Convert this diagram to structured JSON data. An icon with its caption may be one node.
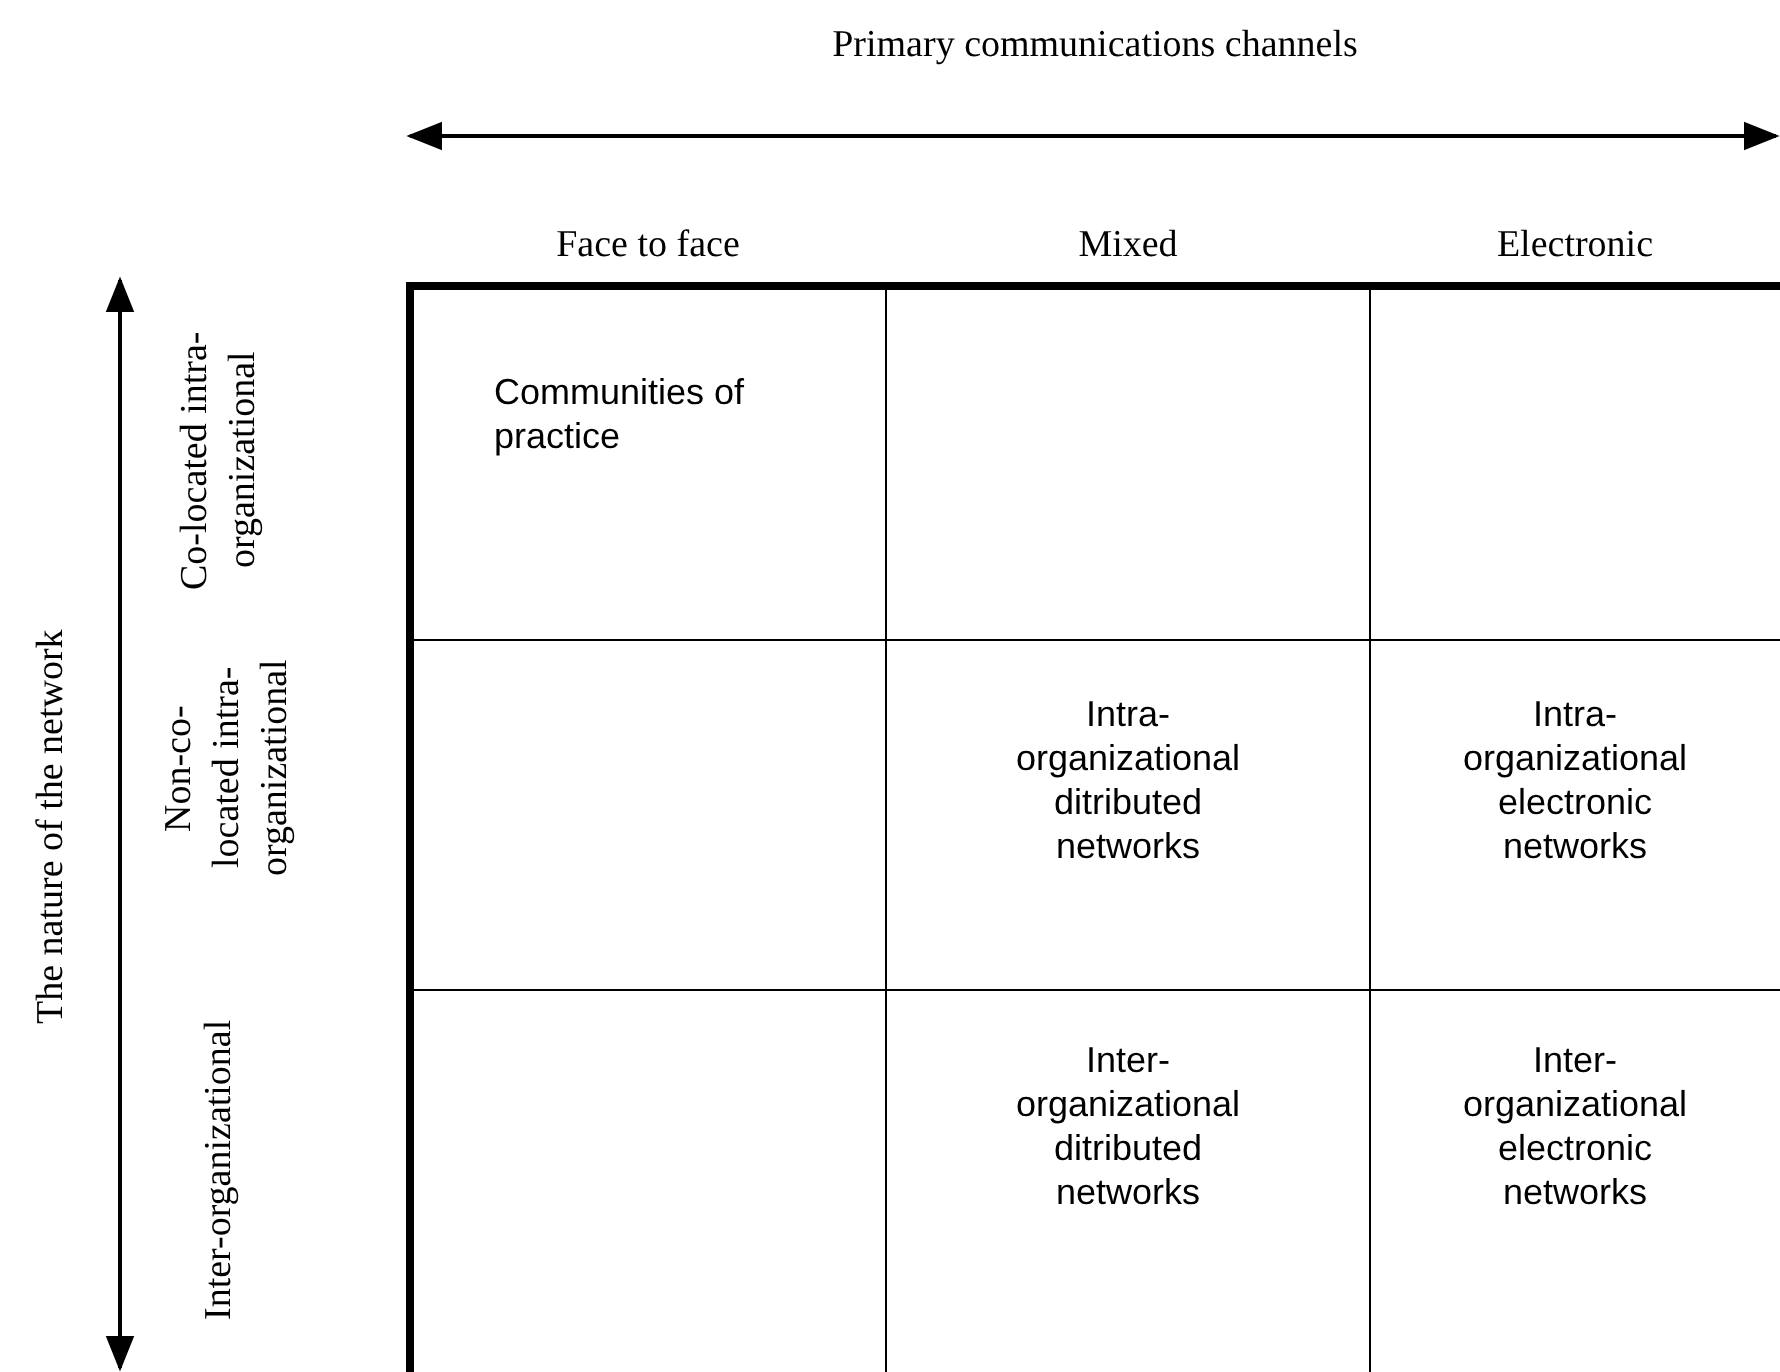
{
  "diagram": {
    "labels": [
      "Primary communications channels",
      "Face to face",
      "Mixed",
      "Electronic",
      "The nature of the network",
      "Co-located intra-organizational",
      "Communities of practice",
      "Non-co-located intra-organizational",
      "Intra-organizational ditributed networks",
      "Intra-organizational electronic networks",
      "Inter-organizational",
      "Inter-organizational ditributed networks",
      "Inter-organizational electronic networks"
    ]
  }
}
